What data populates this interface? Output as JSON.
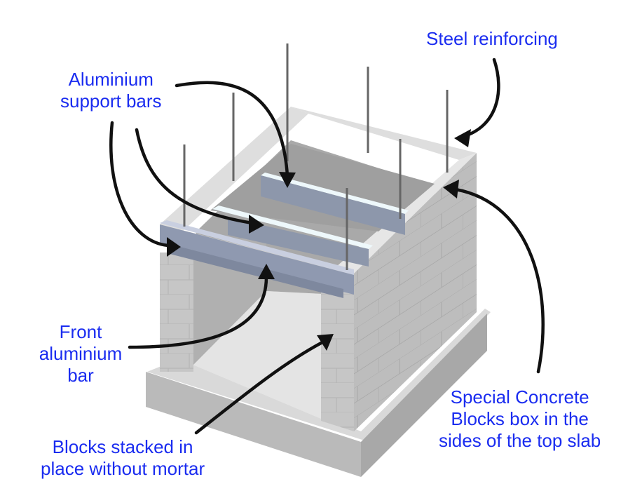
{
  "diagram": {
    "subject": "Dry-stacked concrete block box with top slab formwork",
    "colors": {
      "label_text": "#1a2cf0",
      "arrow": "#111111",
      "block_front": "#c8c8c8",
      "block_side": "#b4b4b4",
      "block_top": "#e2e2e2",
      "base_slab": "#d0d0d0",
      "aluminium_bar": "#8e98ad",
      "aluminium_bar_top": "#e6f4f8",
      "steel_rod": "#666666"
    },
    "labels": {
      "steel_reinforcing": [
        "Steel reinforcing"
      ],
      "aluminium_support_bars": [
        "Aluminium",
        "support bars"
      ],
      "front_aluminium_bar": [
        "Front",
        "aluminium",
        "bar"
      ],
      "blocks_stacked": [
        "Blocks stacked in",
        "place without mortar"
      ],
      "special_blocks": [
        "Special Concrete",
        "Blocks box in the",
        "sides of the top slab"
      ]
    }
  }
}
